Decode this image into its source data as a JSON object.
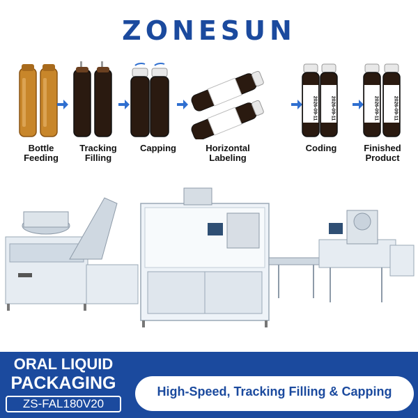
{
  "brand": "ZONESUN",
  "colors": {
    "brand_blue": "#1b4a9e",
    "amber": "#c8862a",
    "liquid": "#2a1a10"
  },
  "steps": [
    {
      "label": "Bottle\nFeeding",
      "icon": "amber-vials-icon"
    },
    {
      "label": "Tracking\nFilling",
      "icon": "filling-vials-icon"
    },
    {
      "label": "Capping",
      "icon": "capped-vials-icon"
    },
    {
      "label": "Horizontal\nLabeling",
      "icon": "labeling-vials-icon"
    },
    {
      "label": "Coding",
      "icon": "coded-vials-icon"
    },
    {
      "label": "Finished\nProduct",
      "icon": "finished-vials-icon"
    }
  ],
  "vial_label_text": "2026-09-11",
  "product_type_line1": "ORAL LIQUID",
  "product_type_line2": "PACKAGING",
  "model": "ZS-FAL180V20",
  "tagline": "High-Speed, Tracking Filling & Capping"
}
